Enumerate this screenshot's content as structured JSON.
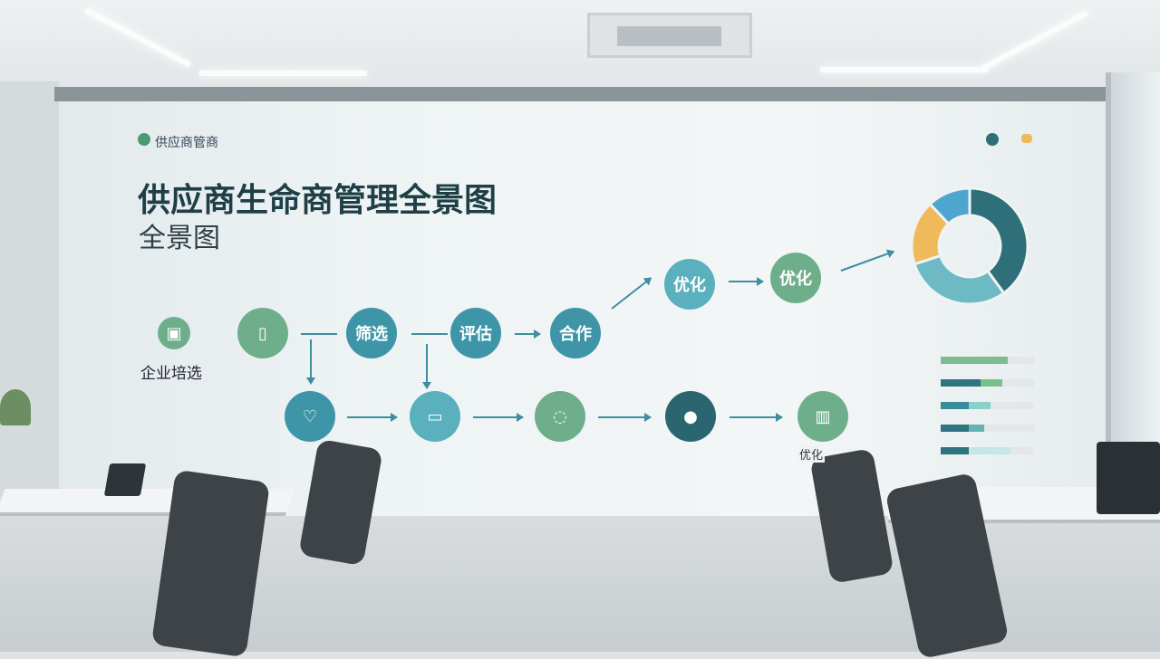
{
  "screen": {
    "logo_text": "供应商管商",
    "title": "供应商生命商管理全景图",
    "subtitle": "全景图",
    "start_label": "企业培选",
    "top_nodes": [
      "筛选",
      "评估",
      "合作",
      "优化",
      "优化"
    ],
    "bottom_last_label": "优化",
    "donut": {
      "colors": [
        "#2f6f7a",
        "#6dbac4",
        "#f0b95a",
        "#4ea6cf"
      ],
      "values": [
        40,
        30,
        18,
        12
      ]
    },
    "bars": [
      {
        "a": 0.72,
        "b": 0,
        "ca": "#7dbb92",
        "cb": "#7dbb92"
      },
      {
        "a": 0.43,
        "b": 0.23,
        "ca": "#2f7481",
        "cb": "#79c08e"
      },
      {
        "a": 0.3,
        "b": 0.23,
        "ca": "#3a8c99",
        "cb": "#8bcfc9"
      },
      {
        "a": 0.3,
        "b": 0.17,
        "ca": "#2f7481",
        "cb": "#63b3b7"
      },
      {
        "a": 0.3,
        "b": 0.45,
        "ca": "#2f7481",
        "cb": "#c6e6e6"
      }
    ]
  }
}
